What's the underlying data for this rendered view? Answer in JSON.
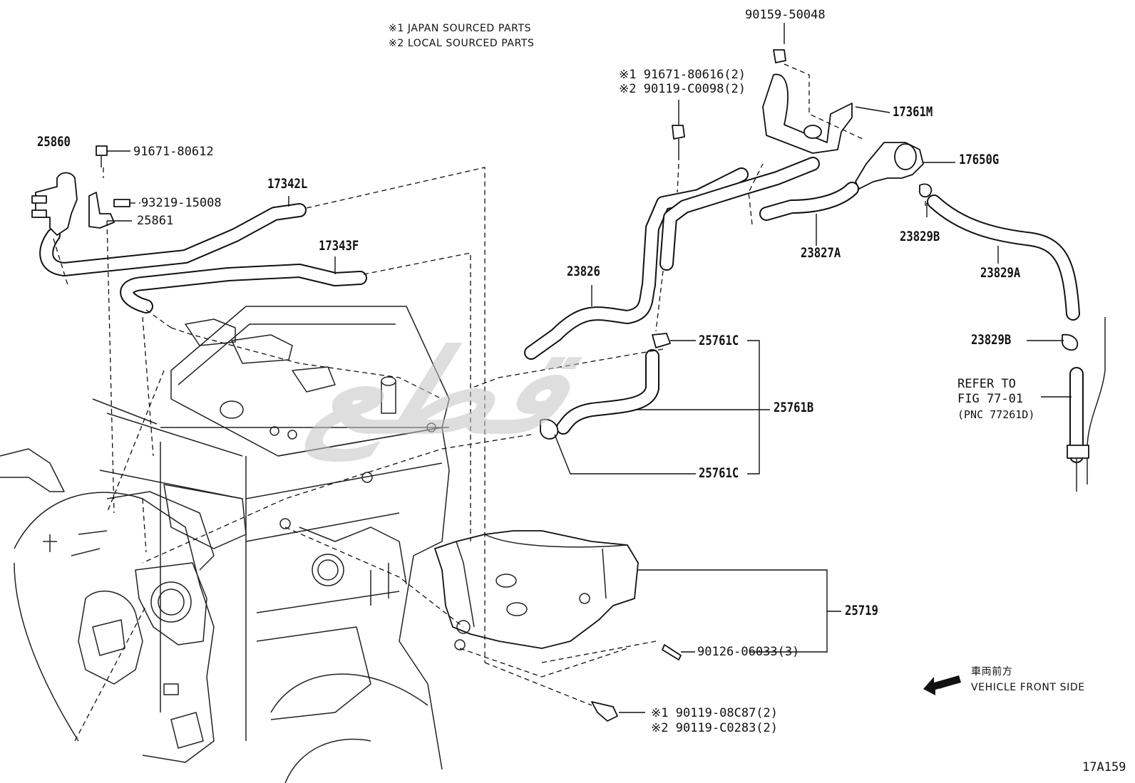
{
  "notes": {
    "line1": "※1 JAPAN SOURCED PARTS",
    "line2": "※2 LOCAL SOURCED PARTS"
  },
  "labels": {
    "p25860": "25860",
    "p91671_80612": "91671-80612",
    "p93219_15008": "93219-15008",
    "p25861": "25861",
    "p17342L": "17342L",
    "p17343F": "17343F",
    "p90159_50048": "90159-50048",
    "p91671_80616": "※1 91671-80616(2)",
    "p90119_C0098": "※2 90119-C0098(2)",
    "p17361M": "17361M",
    "p17650G": "17650G",
    "p23829B_top": "23829B",
    "p23827A": "23827A",
    "p23829A": "23829A",
    "p23826": "23826",
    "p25761C_top": "25761C",
    "p25761B": "25761B",
    "p25761C_bottom": "25761C",
    "p23829B_mid": "23829B",
    "refer_line1": "REFER TO",
    "refer_line2": "FIG 77-01",
    "refer_line3": "(PNC 77261D)",
    "p25719": "25719",
    "p90126_06033": "90126-06033(3)",
    "p90119_08C87": "※1 90119-08C87(2)",
    "p90119_C0283": "※2 90119-C0283(2)"
  },
  "direction": {
    "jp": "車両前方",
    "en": "VEHICLE FRONT SIDE"
  },
  "watermark": "قطع",
  "figure_id": "17A159"
}
